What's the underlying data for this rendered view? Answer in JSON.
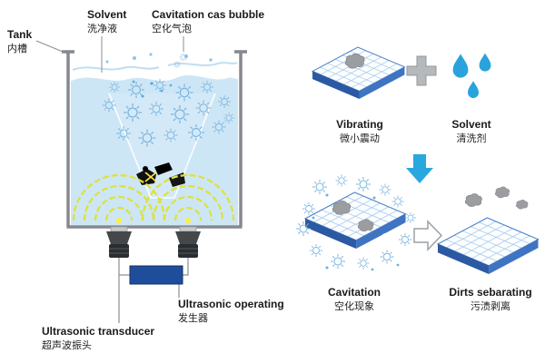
{
  "left_panel": {
    "tank": {
      "en": "Tank",
      "zh": "内槽"
    },
    "solvent": {
      "en": "Solvent",
      "zh": "洗净液"
    },
    "cavitation_bubble": {
      "en": "Cavitation cas bubble",
      "zh": "空化气泡"
    },
    "ultrasonic_operating": {
      "en": "Ultrasonic operating",
      "zh": "发生器"
    },
    "ultrasonic_transducer": {
      "en": "Ultrasonic transducer",
      "zh": "超声波振头"
    }
  },
  "right_panel": {
    "vibrating": {
      "en": "Vibrating",
      "zh": "微小震动"
    },
    "solvent": {
      "en": "Solvent",
      "zh": "清洗剂"
    },
    "cavitation": {
      "en": "Cavitation",
      "zh": "空化现象"
    },
    "dirts_separating": {
      "en": "Dirts sebarating",
      "zh": "污渍剥离"
    }
  },
  "colors": {
    "liquid": "#cde6f6",
    "wave_arc": "#dde23c",
    "wave_dot": "#f7ef4a",
    "bubble_stroke": "#7ab5e0",
    "generator": "#1e4d9b",
    "plate_top": "#fbfdff",
    "plate_grid": "#a5c9e8",
    "plate_edge_left": "#2b59a3",
    "plate_edge_right": "#3f74c2",
    "plate_border": "#4e82c4",
    "drop": "#2aa3dc",
    "arrow_down": "#29a8e0",
    "dirt": "#9b9da0",
    "tank_wall": "#85898d",
    "text": "#1a1a1a"
  }
}
